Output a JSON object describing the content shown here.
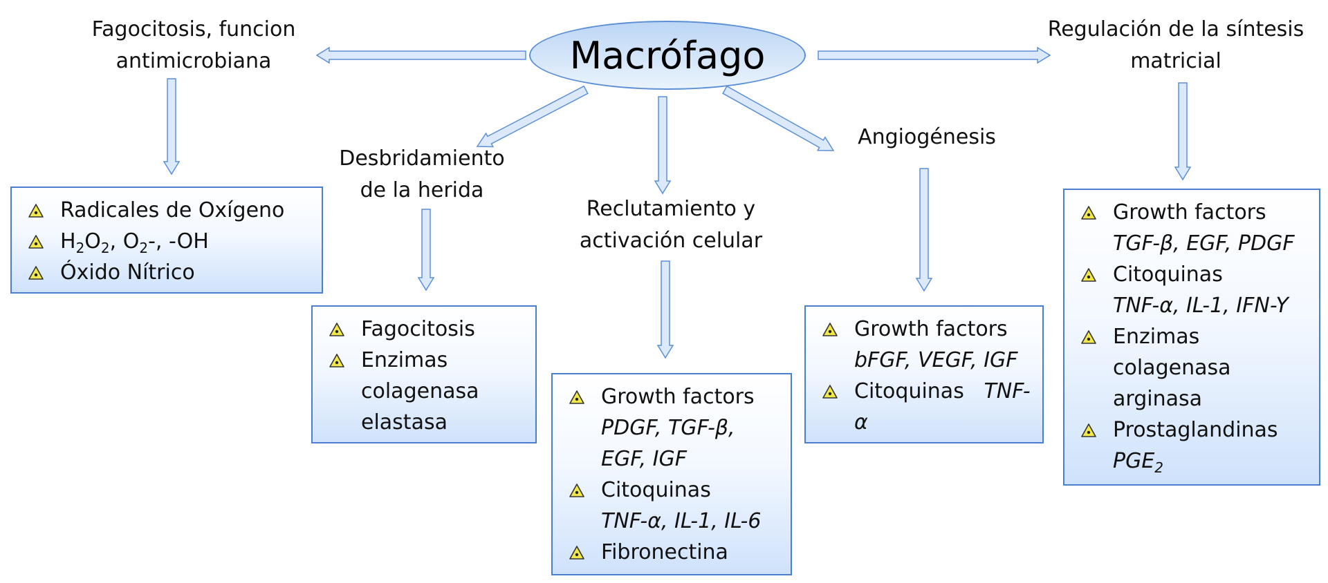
{
  "center": {
    "label": "Macrófago"
  },
  "functions": {
    "f1": [
      "Fagocitosis, funcion",
      "antimicrobiana"
    ],
    "f2": [
      "Desbridamiento",
      "de la herida"
    ],
    "f3": [
      "Reclutamiento y",
      "activación celular"
    ],
    "f4": "Angiogénesis",
    "f5": [
      "Regulación de la síntesis",
      "matricial"
    ]
  },
  "boxes": {
    "b1": {
      "i0": "Radicales de Oxígeno",
      "i1": {
        "h": "H",
        "s1": "2",
        "o": "O",
        "s2": "2",
        "sep": ", O",
        "s3": "2",
        "rest": "-, -OH"
      },
      "i2": "Óxido Nítrico"
    },
    "b2": {
      "i0": "Fagocitosis",
      "i1": [
        "Enzimas",
        "colagenasa",
        "elastasa"
      ]
    },
    "b3": {
      "i0": {
        "name": "Growth factors",
        "d": [
          "PDGF, TGF-β,",
          "EGF, IGF"
        ]
      },
      "i1": {
        "name": "Citoquinas",
        "d": "TNF-α, IL-1, IL-6"
      },
      "i2": "Fibronectina"
    },
    "b4": {
      "i0": {
        "name": "Growth factors",
        "d": "bFGF, VEGF, IGF"
      },
      "i1": {
        "name": "Citoquinas",
        "d1": "TNF-",
        "d2": "α"
      }
    },
    "b5": {
      "i0": {
        "name": "Growth factors",
        "d": "TGF-β, EGF, PDGF"
      },
      "i1": {
        "name": "Citoquinas",
        "d": "TNF-α, IL-1, IFN-Y"
      },
      "i2": [
        "Enzimas",
        "colagenasa",
        "arginasa"
      ],
      "i3": {
        "name": "Prostaglandinas",
        "d": "PGE",
        "sub": "2"
      }
    }
  },
  "colors": {
    "arrow_fill": "#dce9fb",
    "arrow_stroke": "#5b8fd6",
    "bullet_fill": "#f2e84a",
    "box_border": "#4a7fd0"
  }
}
